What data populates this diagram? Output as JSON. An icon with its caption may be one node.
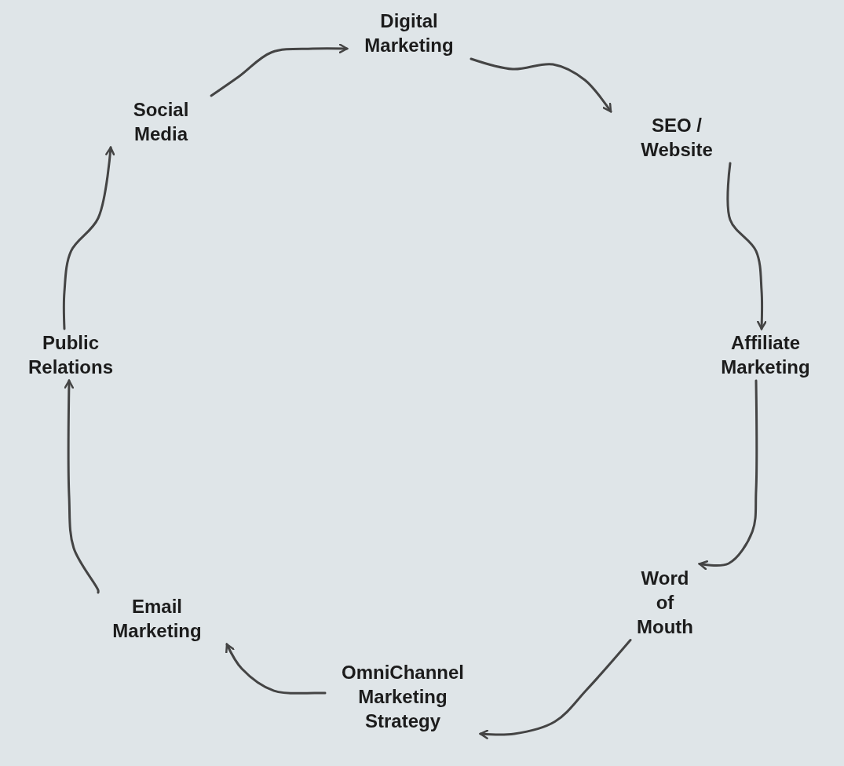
{
  "diagram": {
    "nodes": [
      {
        "text": [
          "Digital Marketing"
        ]
      },
      {
        "text": [
          "SEO / Website"
        ]
      },
      {
        "text": [
          "Affiliate Marketing"
        ]
      },
      {
        "text": [
          "Word of Mouth"
        ]
      },
      {
        "text": [
          "OmniChannel Marketing Strategy"
        ]
      },
      {
        "text": [
          "Email Marketing"
        ]
      },
      {
        "text": [
          "Public Relations"
        ]
      },
      {
        "text": [
          "Social Media"
        ]
      }
    ],
    "edges": [
      {
        "from": 0,
        "to": 1,
        "arrow": "to"
      },
      {
        "from": 1,
        "to": 2,
        "arrow": "to"
      },
      {
        "from": 2,
        "to": 3,
        "arrow": "to"
      },
      {
        "from": 3,
        "to": 4,
        "arrow": "to"
      },
      {
        "from": 4,
        "to": 5,
        "arrow": "to"
      },
      {
        "from": 5,
        "to": 6,
        "arrow": "to"
      },
      {
        "from": 6,
        "to": 7,
        "arrow": "to"
      },
      {
        "from": 7,
        "to": 0,
        "arrow": "to"
      }
    ]
  }
}
